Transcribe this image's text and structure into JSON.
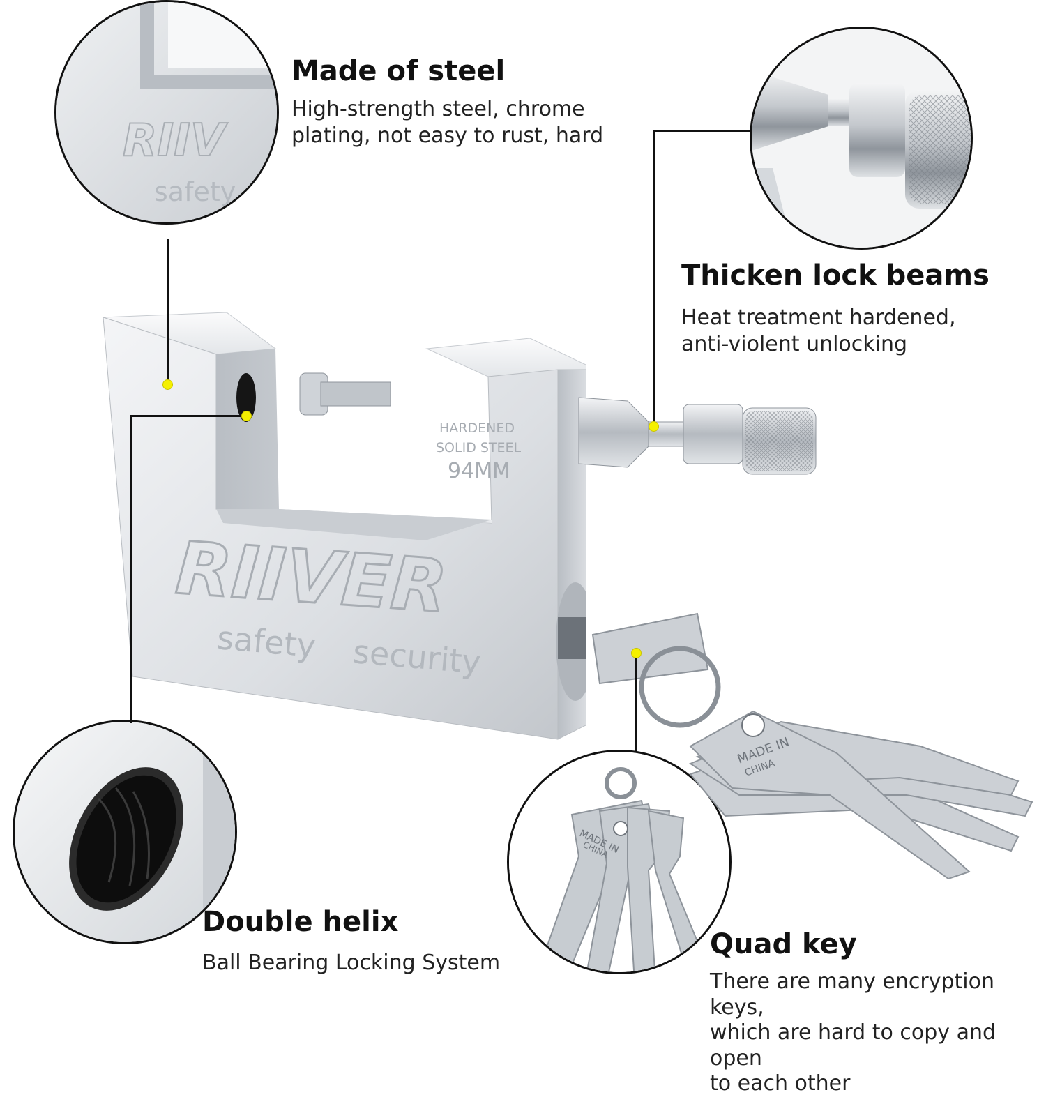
{
  "features": [
    {
      "title": "Made of steel",
      "lines": [
        "High-strength steel, chrome",
        "plating, not easy to rust, hard"
      ]
    },
    {
      "title": "Thicken lock beams",
      "lines": [
        "Heat treatment hardened,",
        "anti-violent unlocking"
      ]
    },
    {
      "title": "Double helix",
      "lines": [
        "Ball Bearing Locking System"
      ]
    },
    {
      "title": "Quad key",
      "lines": [
        "There are many encryption keys,",
        "which are hard to copy and open",
        "to each other"
      ]
    }
  ],
  "lock_engraving": {
    "brand": "RIIVER",
    "tagline_1": "safety",
    "tagline_2": "security",
    "stamp_line_1": "HARDENED",
    "stamp_line_2": "SOLID STEEL",
    "stamp_line_3": "94MM"
  },
  "zoom_engraving": {
    "brand": "RIIV",
    "tagline": "safety"
  },
  "key_stamp": {
    "line_1": "MADE IN",
    "line_2": "CHINA"
  },
  "colors": {
    "marker_dot": "#f5f000",
    "leader_line": "#111111",
    "steel": "#d9dcdf"
  },
  "icons": [
    "steel-closeup",
    "beam-closeup",
    "keyhole-closeup",
    "keys-closeup",
    "padlock",
    "keys"
  ]
}
